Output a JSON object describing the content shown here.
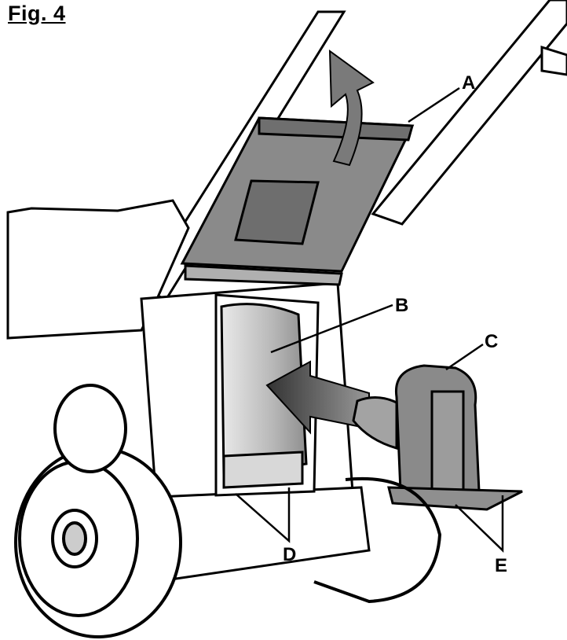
{
  "figure": {
    "title": "Fig. 4"
  },
  "callouts": {
    "a": "A",
    "b": "B",
    "c": "C",
    "d": "D",
    "e": "E"
  },
  "colors": {
    "line": "#000000",
    "gray_part": "#8a8a8a",
    "light_part": "#c9c9c9",
    "dark_arrow": "#1a1a1a"
  },
  "icons": [
    "lift-arrow-icon",
    "insert-arrow-icon"
  ]
}
